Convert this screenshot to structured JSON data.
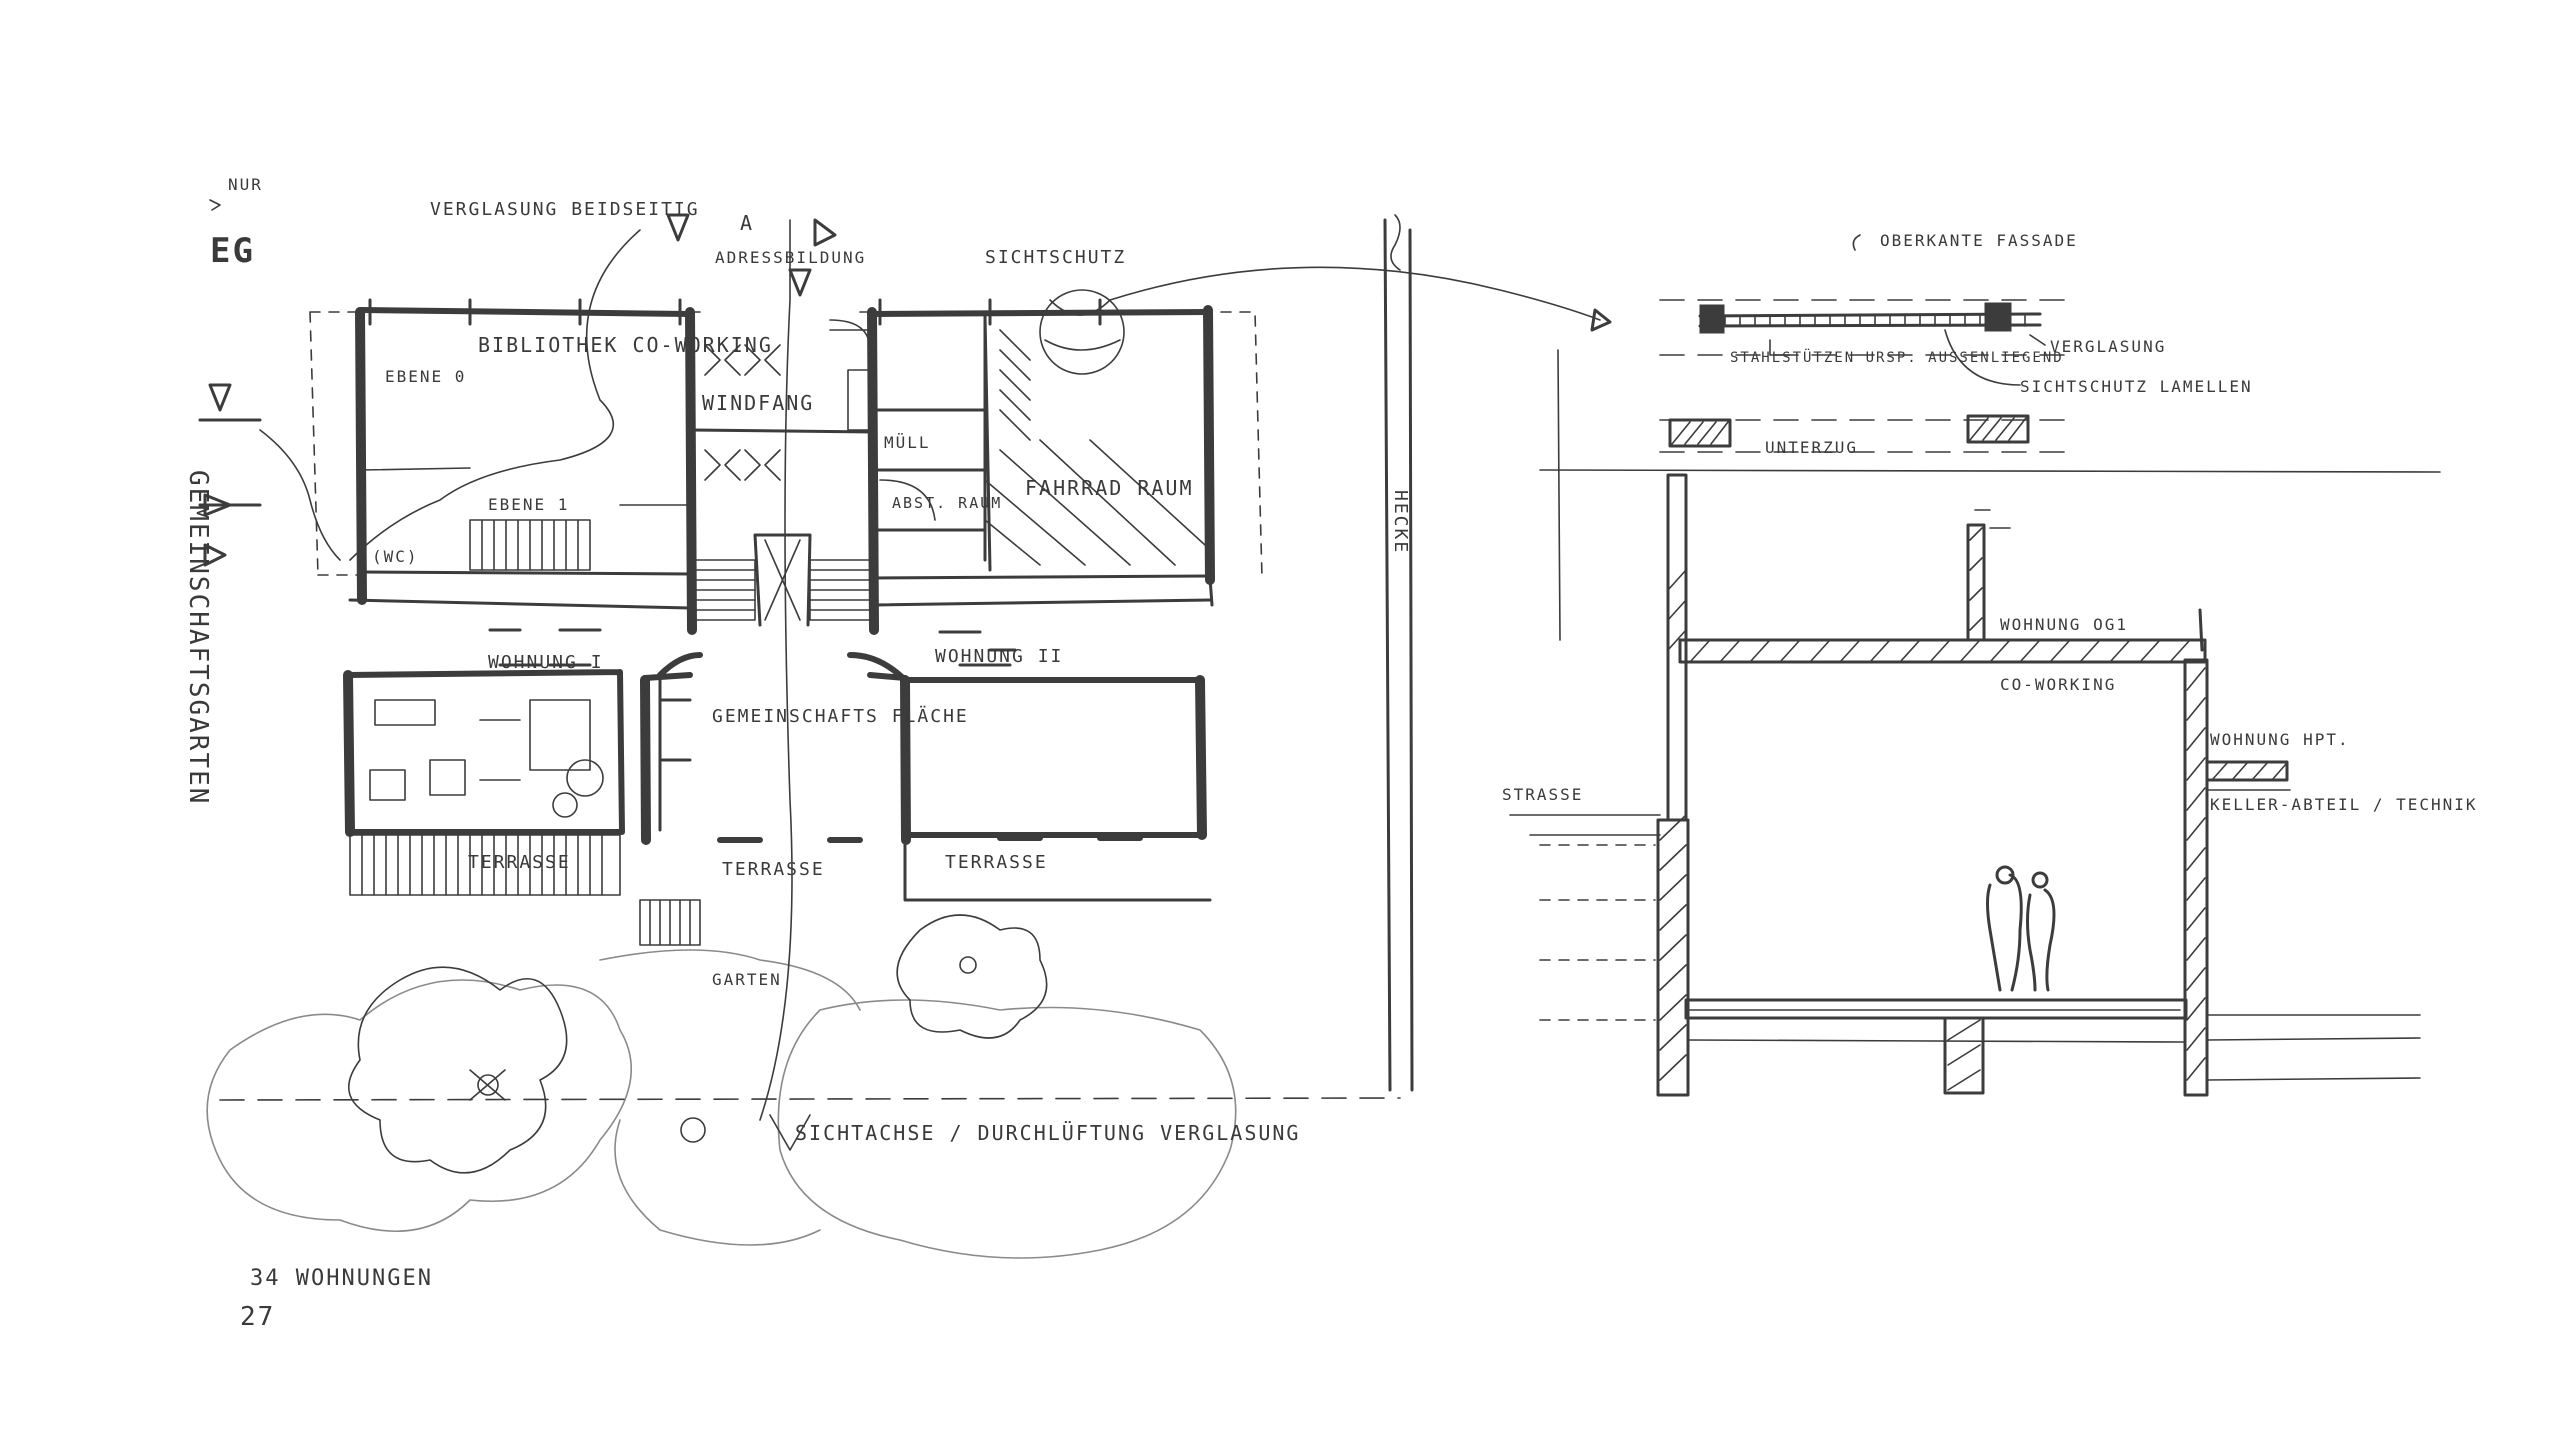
{
  "plan": {
    "north_label": "NUR",
    "level_label": "EG",
    "verglasung_label": "VERGLASUNG BEIDSEITIG",
    "section_marker": "A",
    "adressbildung": "ADRESSBILDUNG",
    "sichtschutz": "SICHTSCHUTZ",
    "bibliothek": "BIBLIOTHEK CO-WORKING",
    "ebene0": "EBENE 0",
    "ebene1": "EBENE 1",
    "wc": "(WC)",
    "windfang": "WINDFANG",
    "muell": "MÜLL",
    "abst_raum": "ABST. RAUM",
    "fahrrad": "FAHRRAD RAUM",
    "wohnung_i": "WOHNUNG I",
    "wohnung_ii": "WOHNUNG II",
    "gemeinschaft": "GEMEINSCHAFTS FLÄCHE",
    "terrasse_left": "TERRASSE",
    "terrasse_mid": "TERRASSE",
    "terrasse_right": "TERRASSE",
    "garten": "GARTEN",
    "gemeinschaftsgarten": "GEMEINSCHAFTSGARTEN",
    "hecke": "HECKE",
    "sichtachse": "SICHTACHSE / DURCHLÜFTUNG VERGLASUNG",
    "wohnungen_count": "34 WOHNUNGEN",
    "page_number": "27"
  },
  "detail": {
    "oberkante": "OBERKANTE FASSADE",
    "stahlstuetzen": "STAHLSTÜTZEN URSP. AUSSENLIEGEND",
    "verglasung": "VERGLASUNG",
    "sichtschutz_lamellen": "SICHTSCHUTZ LAMELLEN",
    "unterzug": "UNTERZUG"
  },
  "section": {
    "wohnung_og": "WOHNUNG OG1",
    "co_working": "CO-WORKING",
    "wohnung_hpt": "WOHNUNG HPT.",
    "strasse": "STRASSE",
    "keller": "KELLER-ABTEIL / TECHNIK"
  },
  "colors": {
    "ink": "#3c3c3c",
    "paper": "#ffffff"
  }
}
